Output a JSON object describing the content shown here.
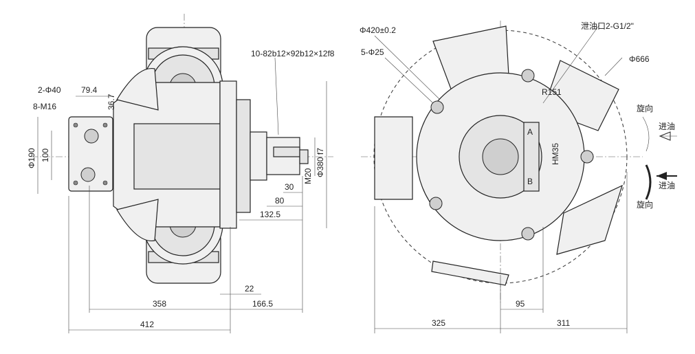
{
  "left_view": {
    "dims": {
      "holes_top": "2-Φ40",
      "span_top": "79.4",
      "threads": "8-M16",
      "offset": "36.7",
      "dia_flange": "Φ190",
      "height_100": "100",
      "spline": "10-82b12×92b12×12f8",
      "dia_pilot": "Φ380 f7",
      "thread_end": "M20",
      "len_30": "30",
      "len_80": "80",
      "len_132": "132.5",
      "len_22": "22",
      "len_358": "358",
      "len_166": "166.5",
      "len_412": "412"
    }
  },
  "right_view": {
    "dims": {
      "pcd": "Φ420±0.2",
      "mount_holes": "5-Φ25",
      "drain": "泄油口2-G1/2\"",
      "outer_dia": "Φ666",
      "radius": "R151",
      "len_95": "95",
      "len_325": "325",
      "len_311": "311"
    },
    "labels": {
      "rot_top": "旋向",
      "inlet_top": "进油",
      "inlet_bottom": "进油",
      "rot_bottom": "旋向",
      "model": "HM35",
      "port_a": "A",
      "port_b": "B"
    }
  }
}
